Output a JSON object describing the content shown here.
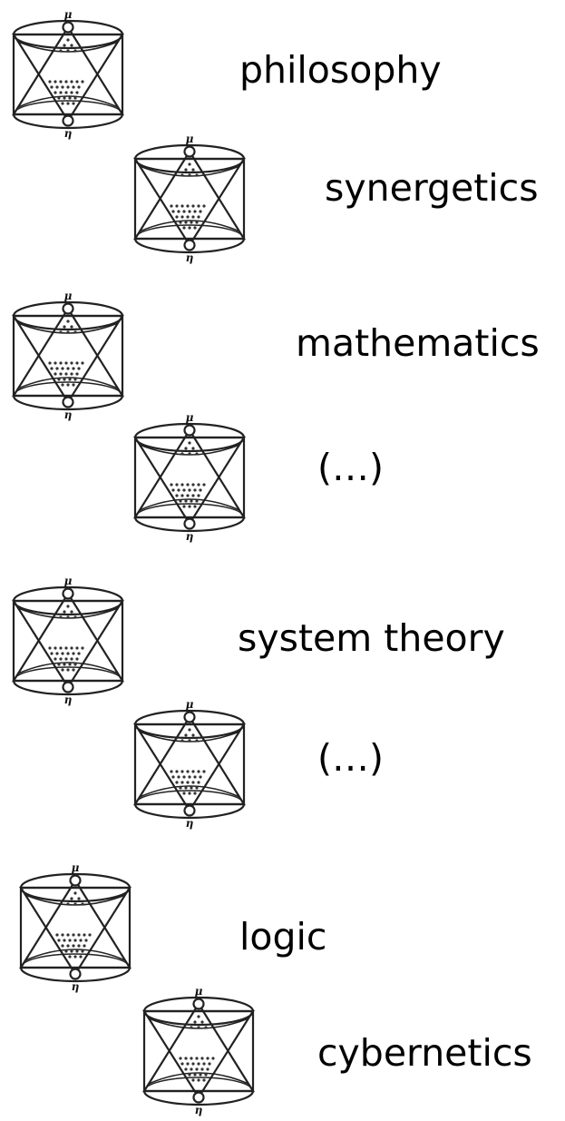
{
  "symbol": {
    "top_mark": "μ",
    "bottom_mark": "η"
  },
  "items": [
    {
      "label": "philosophy"
    },
    {
      "label": "synergetics"
    },
    {
      "label": "mathematics"
    },
    {
      "label": "(…)"
    },
    {
      "label": "system theory"
    },
    {
      "label": "(…)"
    },
    {
      "label": "logic"
    },
    {
      "label": "cybernetics"
    }
  ]
}
